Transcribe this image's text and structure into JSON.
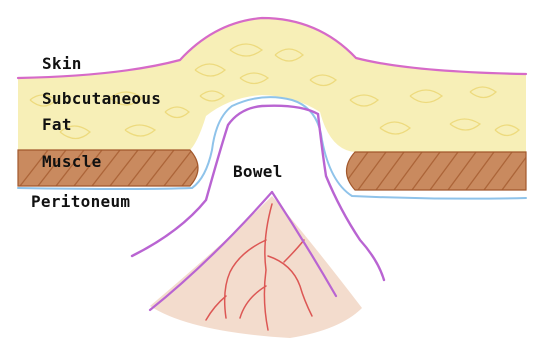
{
  "labels": {
    "skin": "Skin",
    "subcutaneous": "Subcutaneous",
    "fat": "Fat",
    "muscle": "Muscle",
    "bowel": "Bowel",
    "peritoneum": "Peritoneum"
  },
  "colors": {
    "skin_line": "#d66ac8",
    "fat_fill": "#f6ecaa",
    "fat_scribble": "#ecd878",
    "muscle_fill": "#c98a5f",
    "muscle_stroke": "#a2582c",
    "peritoneum_line": "#8fc3ea",
    "bowel_wall": "#b964d2",
    "mesentery_fill": "#f1d6c4",
    "vessels": "#d94040"
  }
}
